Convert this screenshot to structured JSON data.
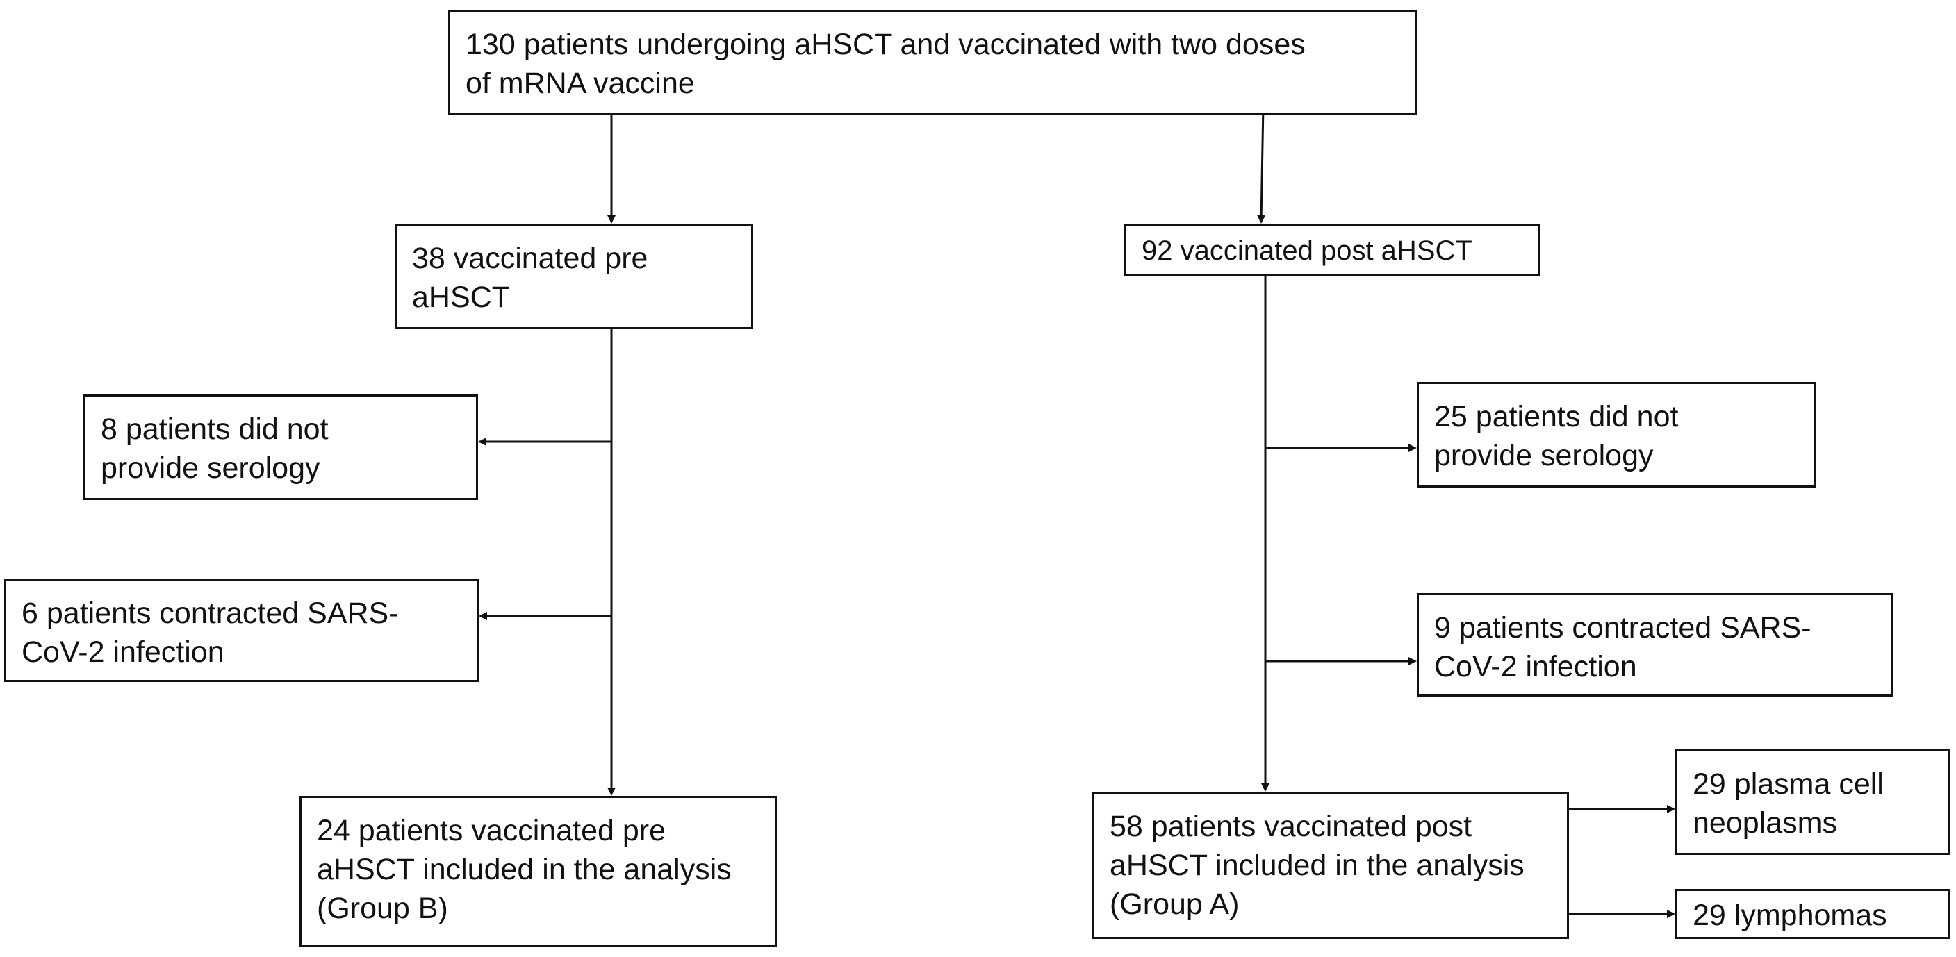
{
  "boxes": {
    "top": "130 patients undergoing aHSCT and vaccinated with two doses\nof mRNA vaccine",
    "pre": "38 vaccinated pre\naHSCT",
    "post": "92 vaccinated post aHSCT",
    "left_excluded_1": "8 patients did not\nprovide serology",
    "left_excluded_2": "6 patients contracted SARS-\nCoV-2 infection",
    "right_excluded_1": "25 patients did not\nprovide serology",
    "right_excluded_2": "9 patients contracted SARS-\nCoV-2 infection",
    "group_b": "24 patients vaccinated pre\naHSCT included in the analysis\n(Group B)",
    "group_a": "58 patients vaccinated post\naHSCT included in the analysis\n(Group A)",
    "plasma_cell": "29 plasma cell\nneoplasms",
    "lymphomas": "29 lymphomas"
  }
}
